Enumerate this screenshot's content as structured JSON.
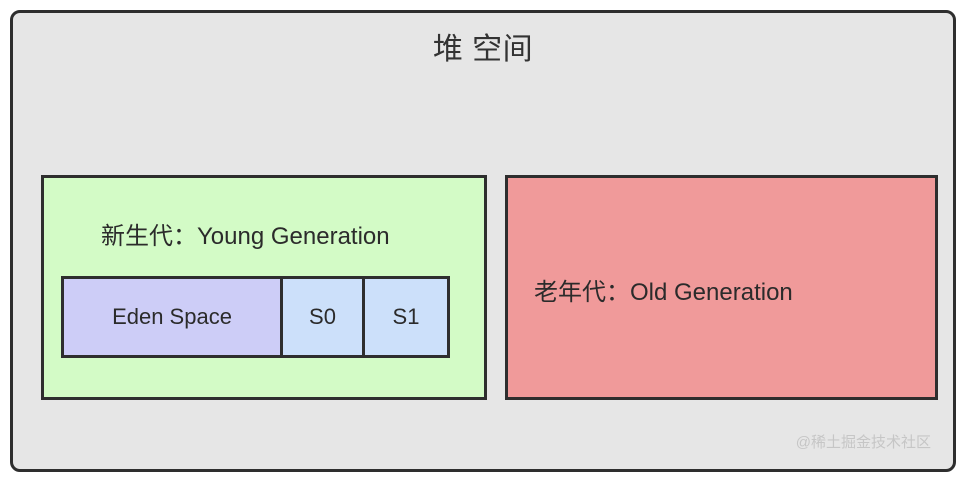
{
  "diagram": {
    "title": "堆 空间",
    "background_color": "#ffffff",
    "container_color": "#e6e6e6",
    "border_color": "#2e2e2e",
    "young_generation": {
      "label": "新生代：Young Generation",
      "fill_color": "#d3fbc6",
      "spaces": [
        {
          "label": "Eden Space",
          "fill_color": "#cdcdf7"
        },
        {
          "label": "S0",
          "fill_color": "#cce0fa"
        },
        {
          "label": "S1",
          "fill_color": "#cce0fa"
        }
      ]
    },
    "old_generation": {
      "label": "老年代：Old Generation",
      "fill_color": "#f09a9a"
    },
    "watermark": "@稀土掘金技术社区"
  }
}
